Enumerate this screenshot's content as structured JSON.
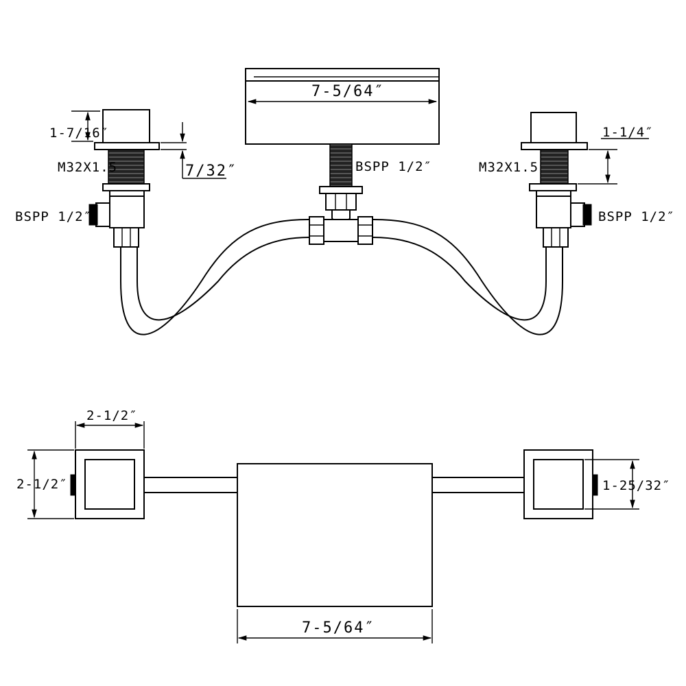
{
  "elevation": {
    "spout_width": "7-5/64″",
    "spout_connection": "BSPP 1/2″",
    "handle_height": "1-7/16″",
    "left_thread": "M32X1.5",
    "flange_thickness": "7/32″",
    "left_inlet": "BSPP 1/2″",
    "right_handle_height": "1-1/4″",
    "right_thread": "M32X1.5",
    "right_inlet": "BSPP 1/2″"
  },
  "plan": {
    "handle_width": "2-1/2″",
    "handle_depth": "2-1/2″",
    "handle_inner": "1-25/32″",
    "spout_width": "7-5/64″"
  }
}
